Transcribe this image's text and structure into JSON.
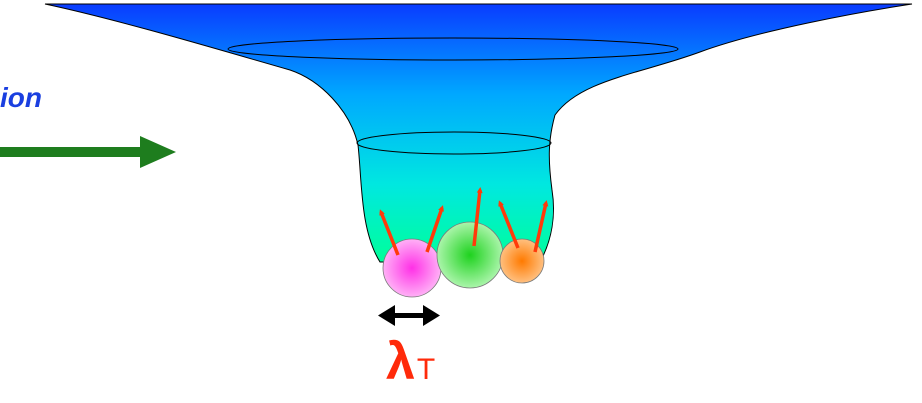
{
  "partial_label": "ion",
  "lambda_symbol": "λ",
  "lambda_subscript": "T",
  "colors": {
    "funnel_top": "#0a3cff",
    "funnel_mid": "#00b8ff",
    "funnel_bottom": "#00ffb4",
    "arrow_green": "#1e7d1e",
    "arrows_red": "#ff3a0a",
    "label_blue": "#1a3fe0",
    "lambda_red": "#ff2a0a"
  },
  "particles": [
    {
      "name": "pink-particle",
      "color": "#ff5cf0"
    },
    {
      "name": "green-particle",
      "color": "#3ddc3d"
    },
    {
      "name": "orange-particle",
      "color": "#ff8a1a"
    }
  ]
}
